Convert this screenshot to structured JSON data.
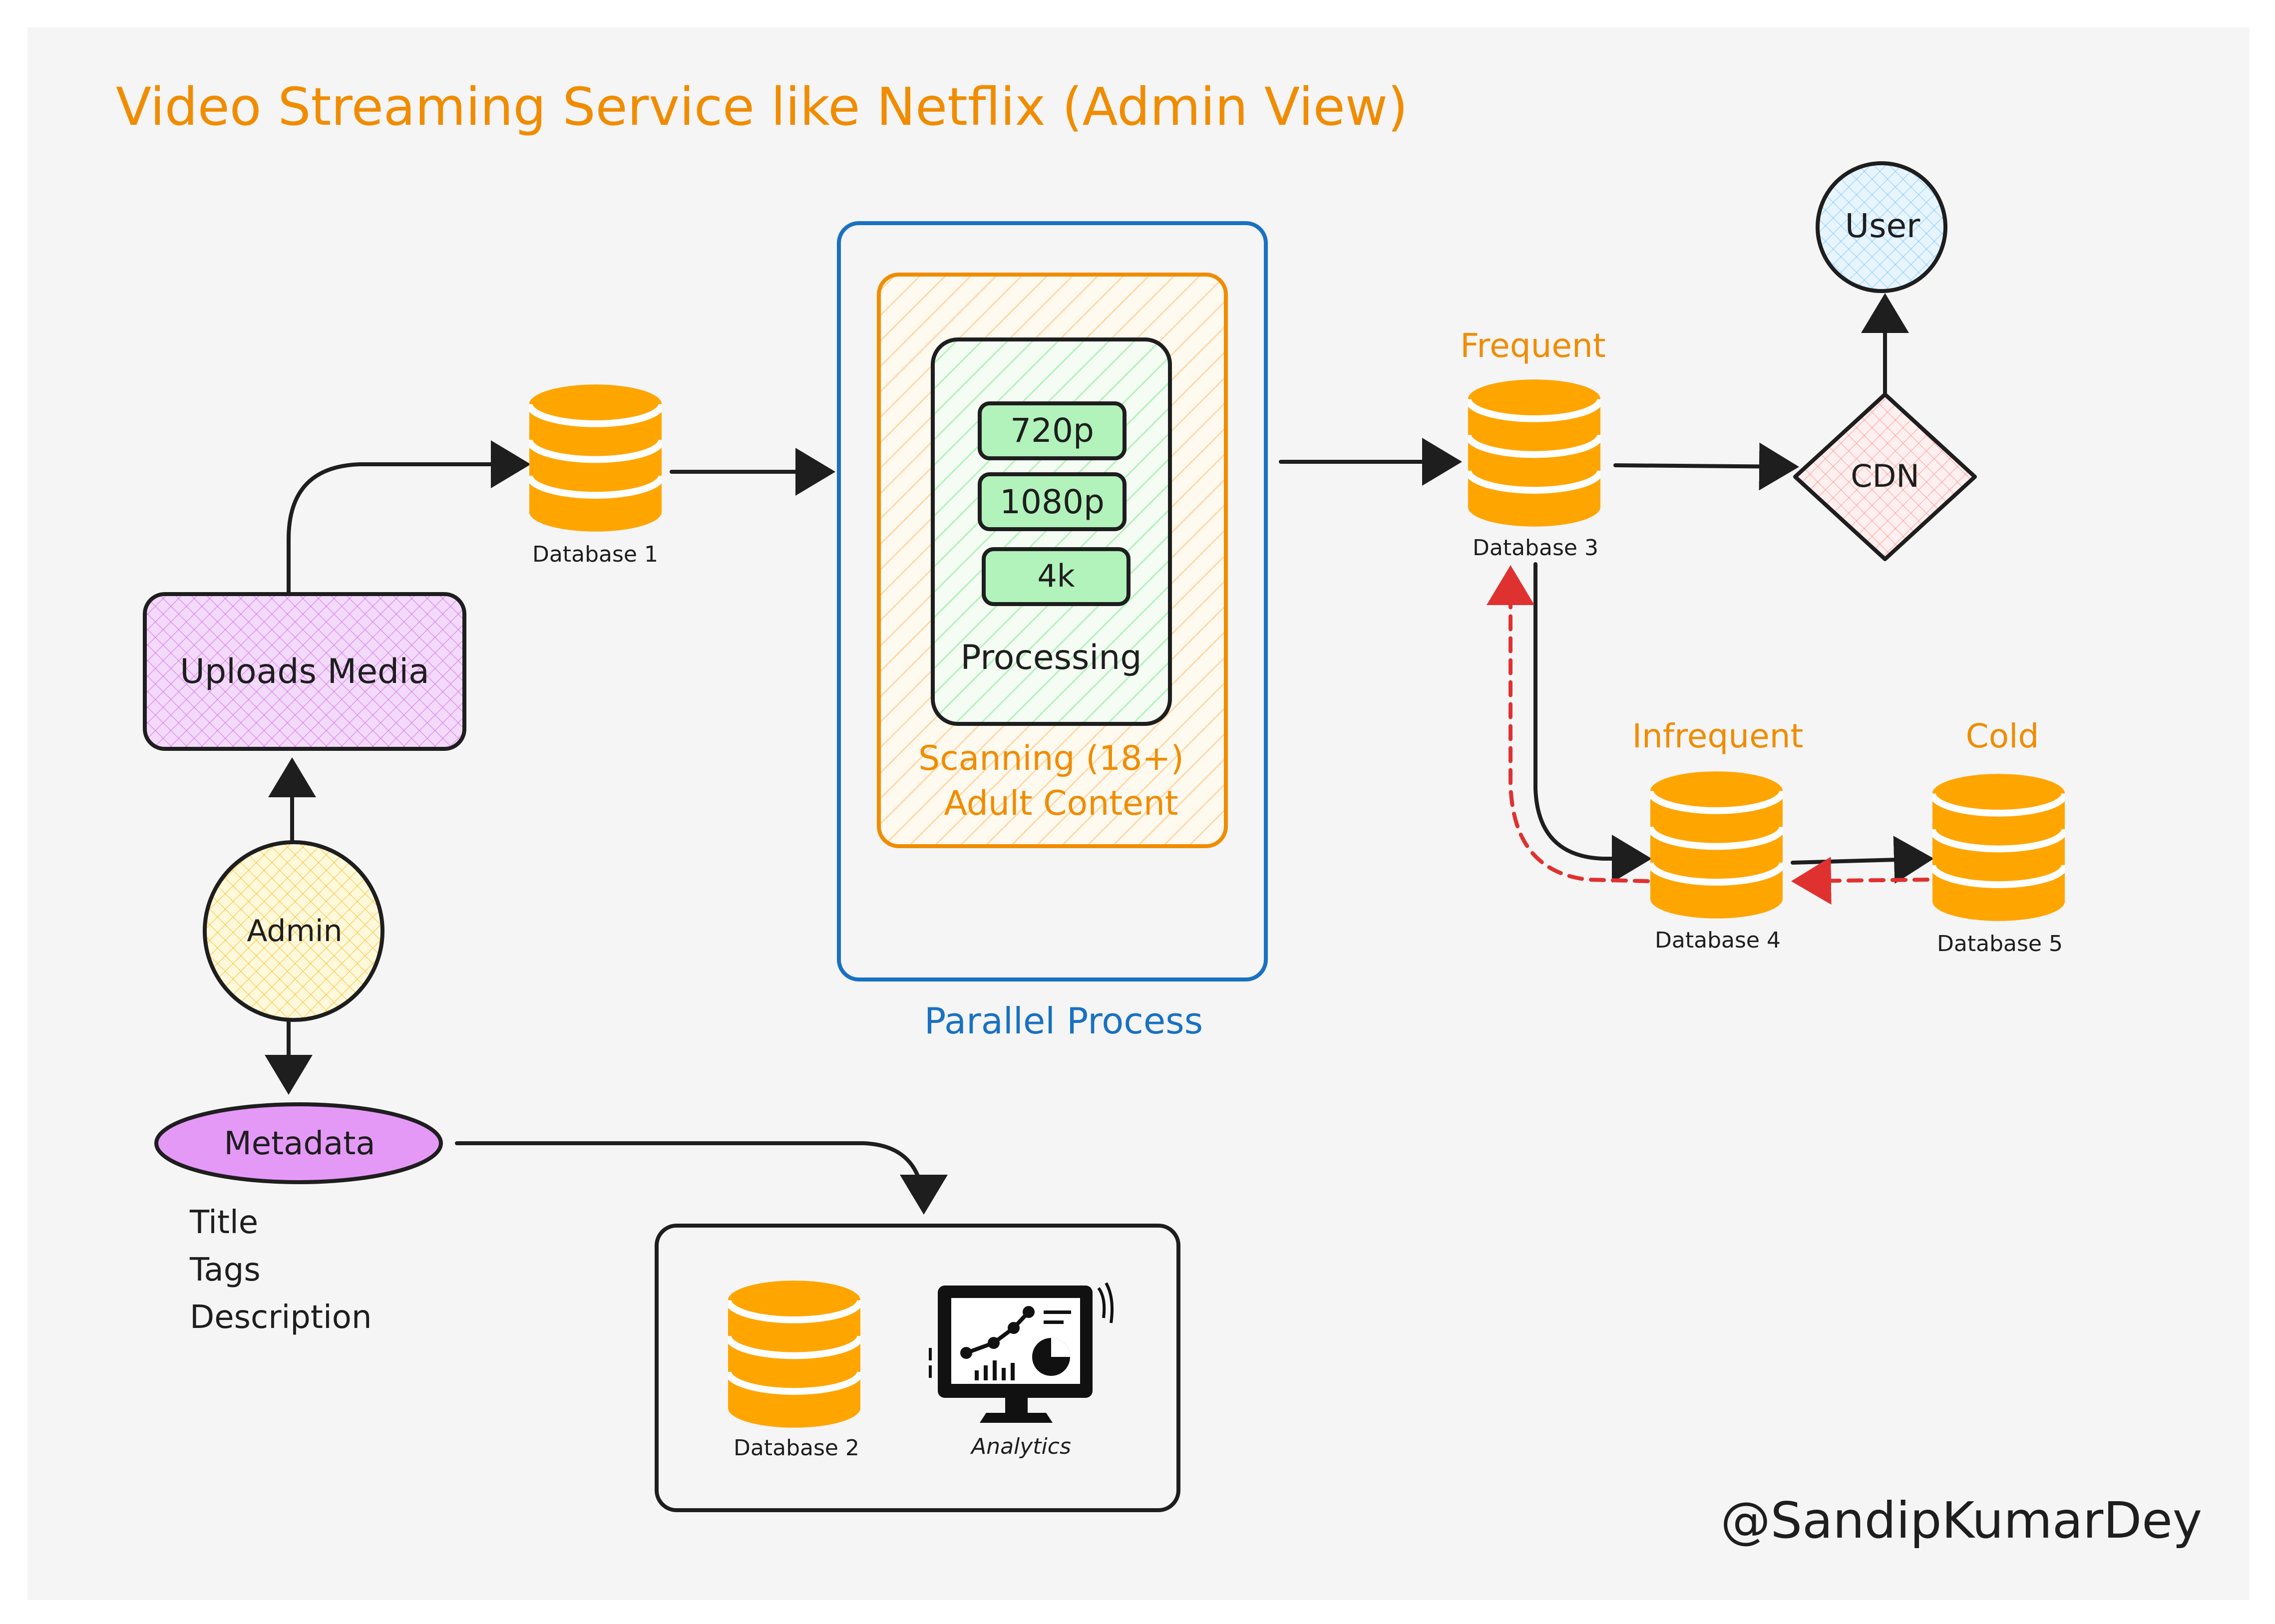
{
  "title": "Video Streaming Service like Netflix (Admin View)",
  "nodes": {
    "admin": "Admin",
    "uploads_media": "Uploads Media",
    "metadata": "Metadata",
    "metadata_fields": [
      "Title",
      "Tags",
      "Description"
    ],
    "database1": "Database 1",
    "database2": "Database 2",
    "database3": "Database 3",
    "database4": "Database 4",
    "database5": "Database 5",
    "analytics": "Analytics",
    "res_720": "720p",
    "res_1080": "1080p",
    "res_4k": "4k",
    "processing": "Processing",
    "scanning_line1": "Scanning (18+)",
    "scanning_line2": "Adult Content",
    "parallel_process": "Parallel Process",
    "frequent": "Frequent",
    "infrequent": "Infrequent",
    "cold": "Cold",
    "cdn": "CDN",
    "user": "User"
  },
  "watermark": "@SandipKumarDey",
  "colors": {
    "background": "#f5f5f5",
    "database": "#ffa500",
    "title": "#f08c00",
    "parallel_border": "#1971c2",
    "scanning_border": "#f08c00",
    "resolution_fill": "#b2f2bb",
    "uploads_fill": "#e8b3f5",
    "admin_fill": "#fff3bf",
    "metadata_fill": "#e599f7",
    "cdn_fill": "#ffc9c9",
    "user_fill": "#a5d8ff",
    "dashed_arrow": "#e03131",
    "stroke": "#1e1e1e"
  },
  "icons": {
    "database": "database-icon",
    "analytics": "analytics-monitor-icon"
  }
}
